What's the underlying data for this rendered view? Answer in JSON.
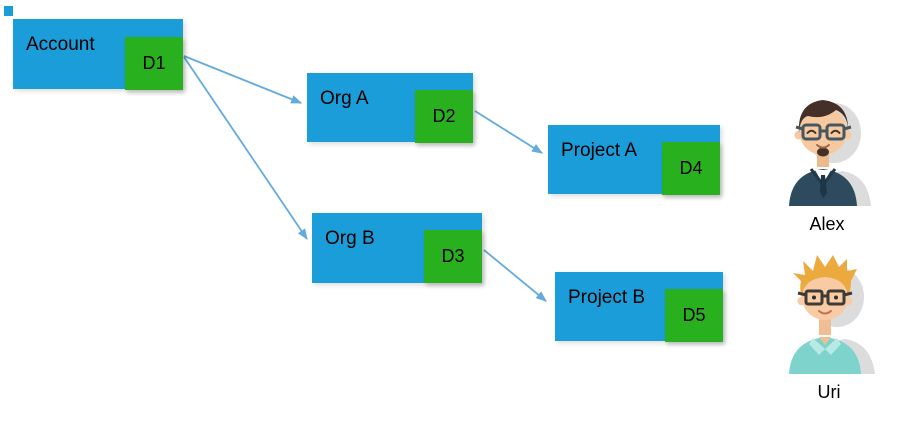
{
  "diagram": {
    "nodes": [
      {
        "id": "account",
        "label": "Account",
        "badge": "D1"
      },
      {
        "id": "org-a",
        "label": "Org A",
        "badge": "D2"
      },
      {
        "id": "project-a",
        "label": "Project A",
        "badge": "D4"
      },
      {
        "id": "org-b",
        "label": "Org B",
        "badge": "D3"
      },
      {
        "id": "project-b",
        "label": "Project B",
        "badge": "D5"
      }
    ],
    "arrows": [
      {
        "from": "Account D1",
        "to": "Org A"
      },
      {
        "from": "Account D1",
        "to": "Org B"
      },
      {
        "from": "Org A D2",
        "to": "Project A"
      },
      {
        "from": "Org B D3",
        "to": "Project B"
      }
    ],
    "users": [
      {
        "name": "Alex",
        "avatar": "man-dark-hair-glasses"
      },
      {
        "name": "Uri",
        "avatar": "man-blonde-hair-glasses"
      }
    ],
    "colors": {
      "box_blue": "#1a9dd9",
      "badge_green": "#28b01e",
      "arrow_blue": "#63aade",
      "label_text": "#000000"
    }
  }
}
